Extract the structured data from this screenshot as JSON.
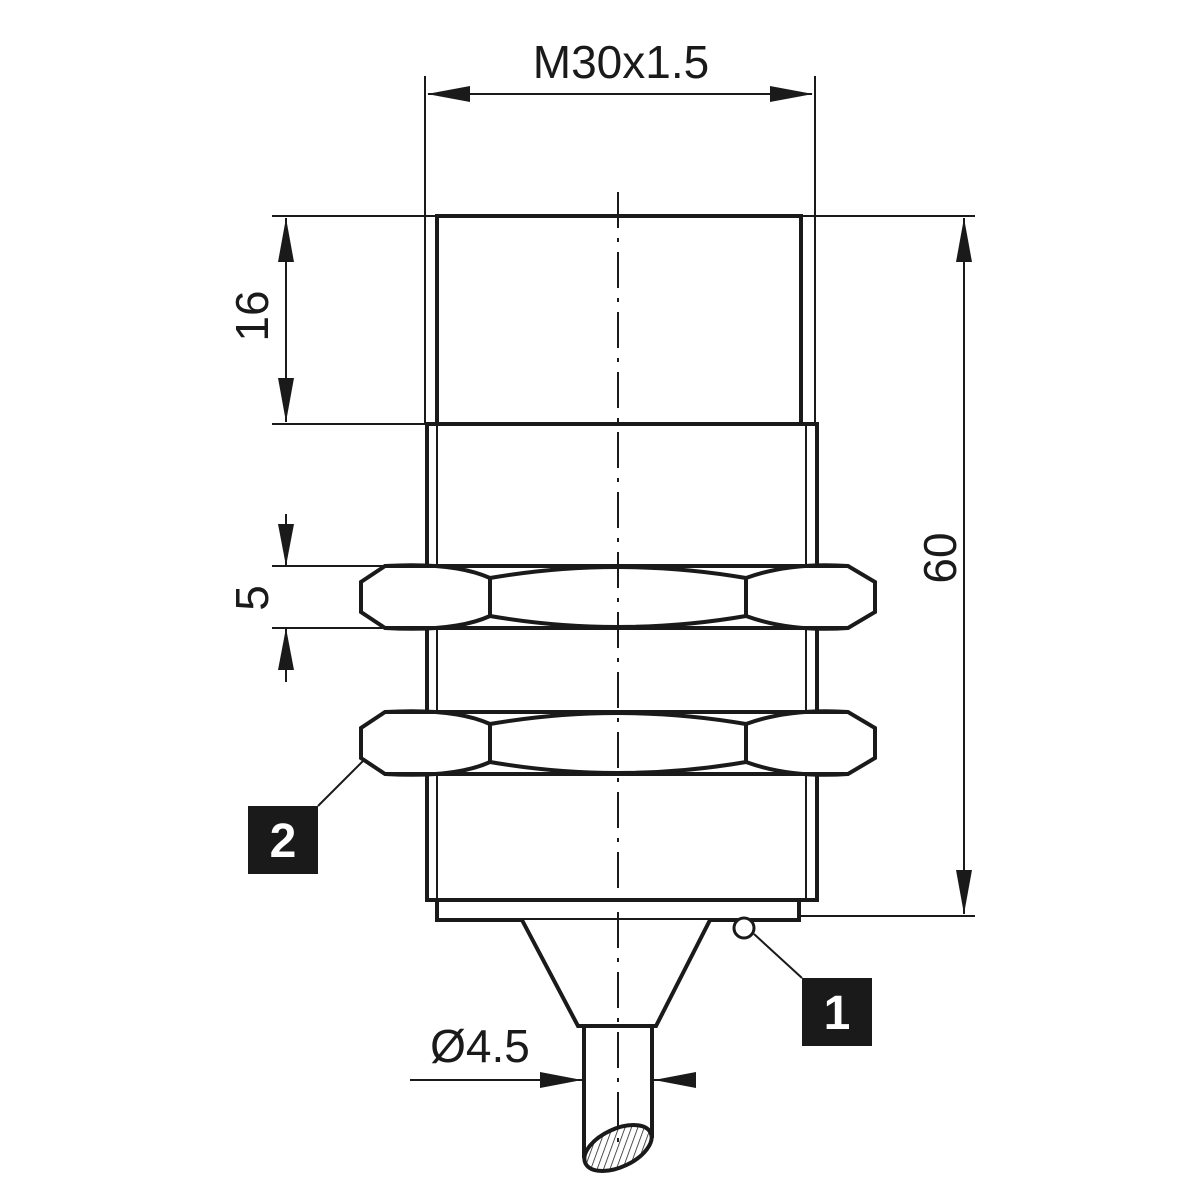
{
  "dimensions": {
    "thread": "M30x1.5",
    "sensing_face_length": "16",
    "nut_thickness": "5",
    "total_length": "60",
    "cable_diameter": "Ø4.5"
  },
  "callouts": {
    "led": "1",
    "nut": "2"
  }
}
